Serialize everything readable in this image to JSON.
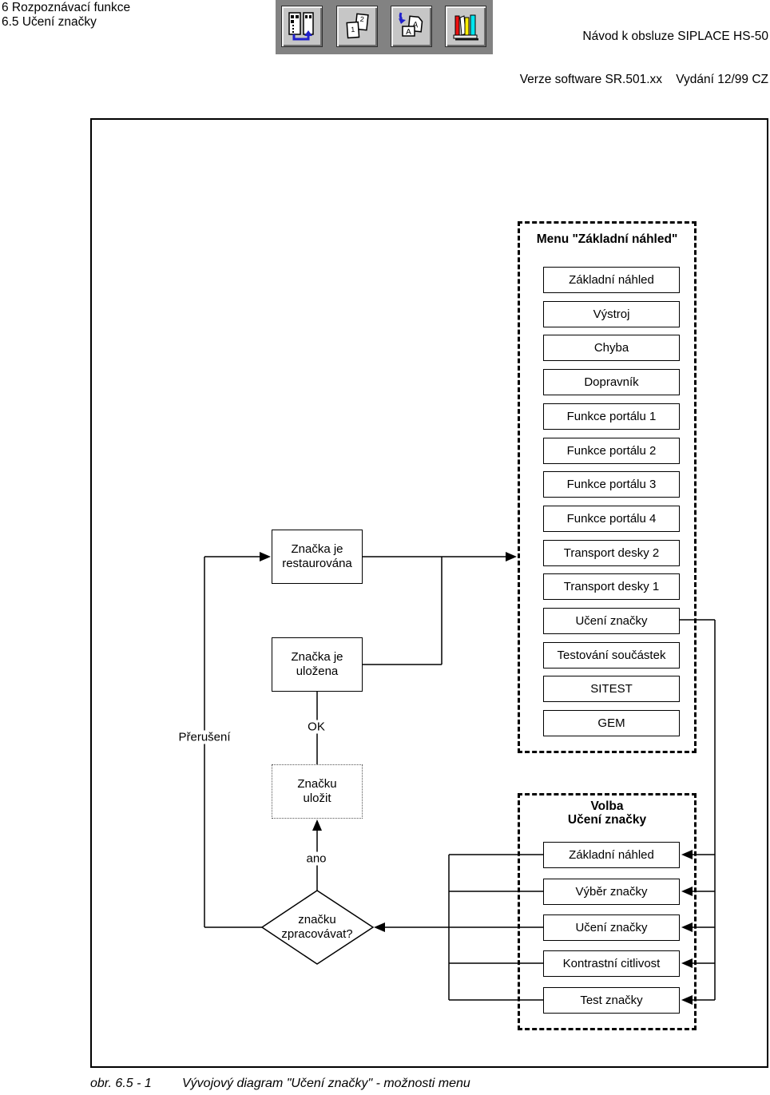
{
  "header": {
    "left_line1": "6 Rozpoznávací funkce",
    "left_line2": "6.5 Učení značky",
    "right_line1": "Návod k obsluze SIPLACE HS-50",
    "right_line2": "Verze software SR.501.xx    Vydání 12/99 CZ"
  },
  "toolbar": {
    "panel_color": "#828282",
    "buttons": [
      {
        "icon": "station-transfer-icon"
      },
      {
        "icon": "pages-order-icon",
        "glyph_back": "2",
        "glyph_front": "1"
      },
      {
        "icon": "mark-save-icon",
        "glyph": "A"
      },
      {
        "icon": "library-books-icon"
      }
    ],
    "accent_blue": "#2020cc",
    "book_colors": [
      "#ee1111",
      "#ffee00",
      "#00e5ee"
    ]
  },
  "diagram": {
    "menu_box": {
      "title": "Menu \"Základní náhled\"",
      "items": [
        "Základní náhled",
        "Výstroj",
        "Chyba",
        "Dopravník",
        "Funkce portálu 1",
        "Funkce portálu 2",
        "Funkce portálu 3",
        "Funkce portálu 4",
        "Transport desky 2",
        "Transport desky 1",
        "Učení značky",
        "Testování součástek",
        "SITEST",
        "GEM"
      ]
    },
    "volba_box": {
      "title_line1": "Volba",
      "title_line2": "Učení značky",
      "items": [
        "Základní náhled",
        "Výběr značky",
        "Učení značky",
        "Kontrastní citlivost",
        "Test značky"
      ]
    },
    "nodes": {
      "restored": {
        "line1": "Značka je",
        "line2": "restaurována"
      },
      "stored": {
        "line1": "Značka je",
        "line2": "uložena"
      },
      "save": {
        "line1": "Značku",
        "line2": "uložit"
      },
      "decision": {
        "line1": "značku",
        "line2": "zpracovávat?"
      }
    },
    "labels": {
      "ok": "OK",
      "yes": "ano",
      "interrupt": "Přerušení"
    }
  },
  "caption": {
    "number": "obr. 6.5 - 1",
    "text": "Vývojový diagram \"Učení značky\" - možnosti menu"
  }
}
